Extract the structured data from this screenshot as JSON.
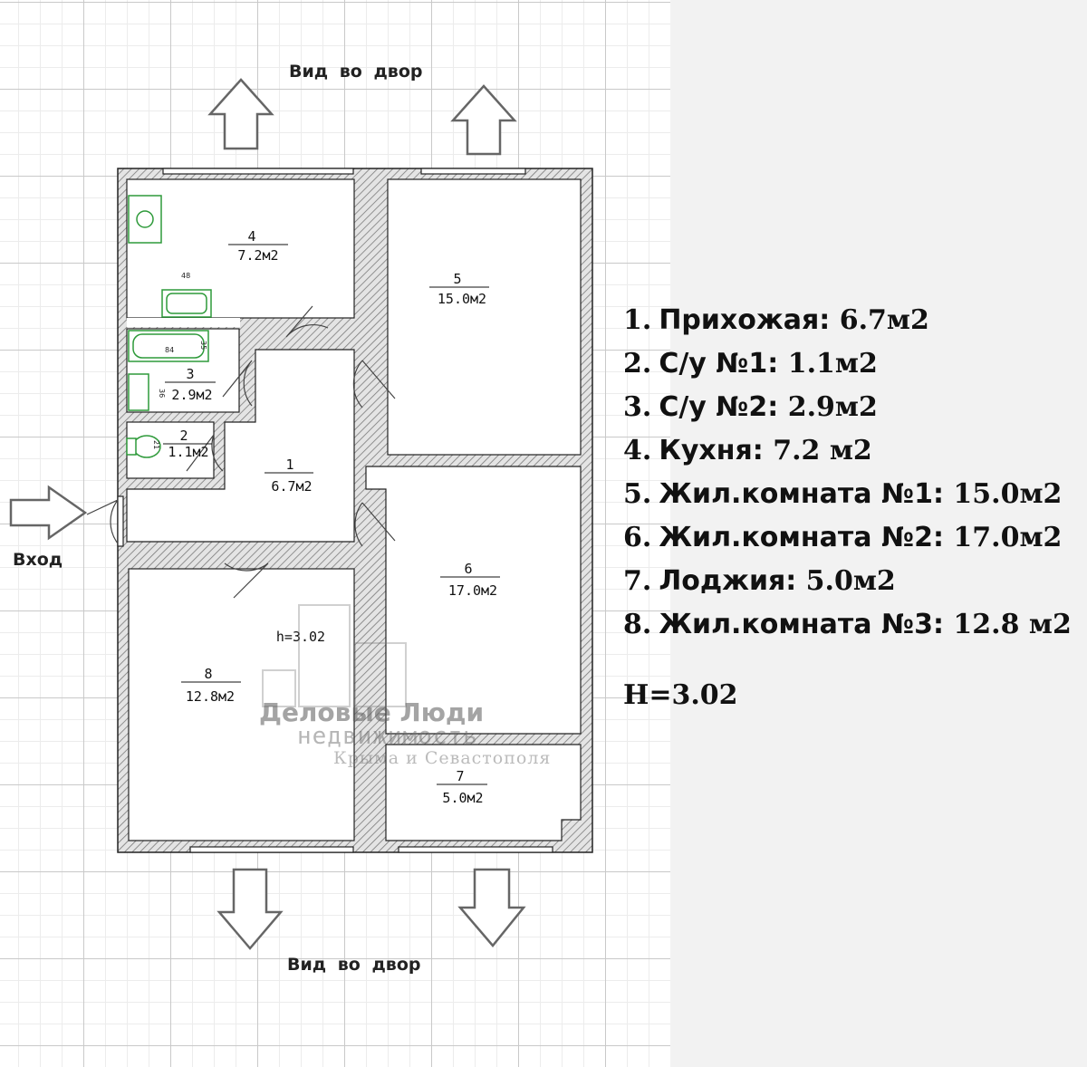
{
  "plan": {
    "top_view_label": "Вид  во  двор",
    "bottom_view_label": "Вид  во  двор",
    "entrance_label": "Вход",
    "ceiling_label": "h=3.02",
    "rooms": [
      {
        "number": "1",
        "area": "6.7м2"
      },
      {
        "number": "2",
        "area": "1.1м2"
      },
      {
        "number": "3",
        "area": "2.9м2"
      },
      {
        "number": "4",
        "area": "7.2м2"
      },
      {
        "number": "5",
        "area": "15.0м2"
      },
      {
        "number": "6",
        "area": "17.0м2"
      },
      {
        "number": "7",
        "area": "5.0м2"
      },
      {
        "number": "8",
        "area": "12.8м2"
      }
    ],
    "dimensions": {
      "sink_width": "48",
      "bath_length": "84",
      "bath_depth": "35",
      "washbasin_depth": "36",
      "toilet_size": "21"
    }
  },
  "legend": [
    {
      "num": "1.",
      "name": "Прихожая:",
      "area": "6.7м2"
    },
    {
      "num": "2.",
      "name": "С/у №1:",
      "area": "1.1м2"
    },
    {
      "num": "3.",
      "name": "С/у №2:",
      "area": "2.9м2"
    },
    {
      "num": "4.",
      "name": "Кухня:",
      "area": "7.2 м2"
    },
    {
      "num": "5.",
      "name": "Жил.комната №1:",
      "area": "15.0м2"
    },
    {
      "num": "6.",
      "name": "Жил.комната №2:",
      "area": "17.0м2"
    },
    {
      "num": "7.",
      "name": "Лоджия:",
      "area": "5.0м2"
    },
    {
      "num": "8.",
      "name": "Жил.комната №3:",
      "area": "12.8 м2"
    }
  ],
  "height_note": "H=3.02",
  "watermark": {
    "line1": "Деловые Люди",
    "line2": "недвижимость",
    "line3": "Крыма и Севастополя"
  },
  "colors": {
    "wall_hatch": "#8a8a8a",
    "fixture_green": "#2e9a3a",
    "legend_bg": "#f2f2f2"
  }
}
